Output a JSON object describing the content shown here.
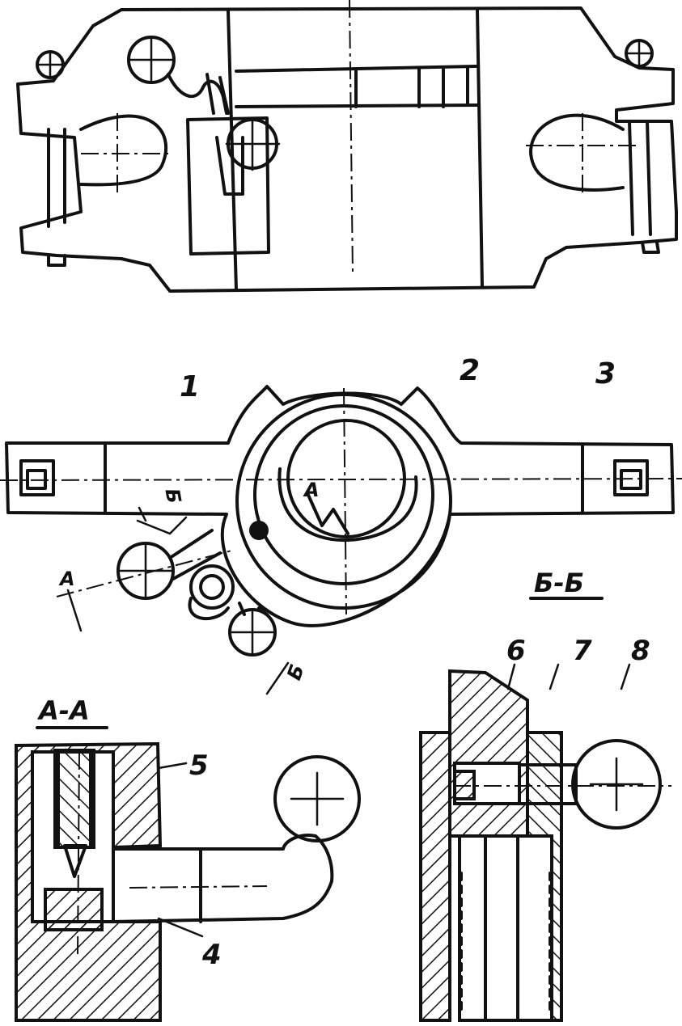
{
  "labels": {
    "part_1": "1",
    "part_2": "2",
    "part_3": "3",
    "part_4": "4",
    "part_5": "5",
    "part_6": "6",
    "part_7": "7",
    "part_8": "8",
    "section_aa": "A-A",
    "section_bb": "Б-Б",
    "cut_a_left": "A",
    "cut_a_center": "A",
    "cut_b_upper": "Б",
    "cut_b_lower": "Б"
  }
}
